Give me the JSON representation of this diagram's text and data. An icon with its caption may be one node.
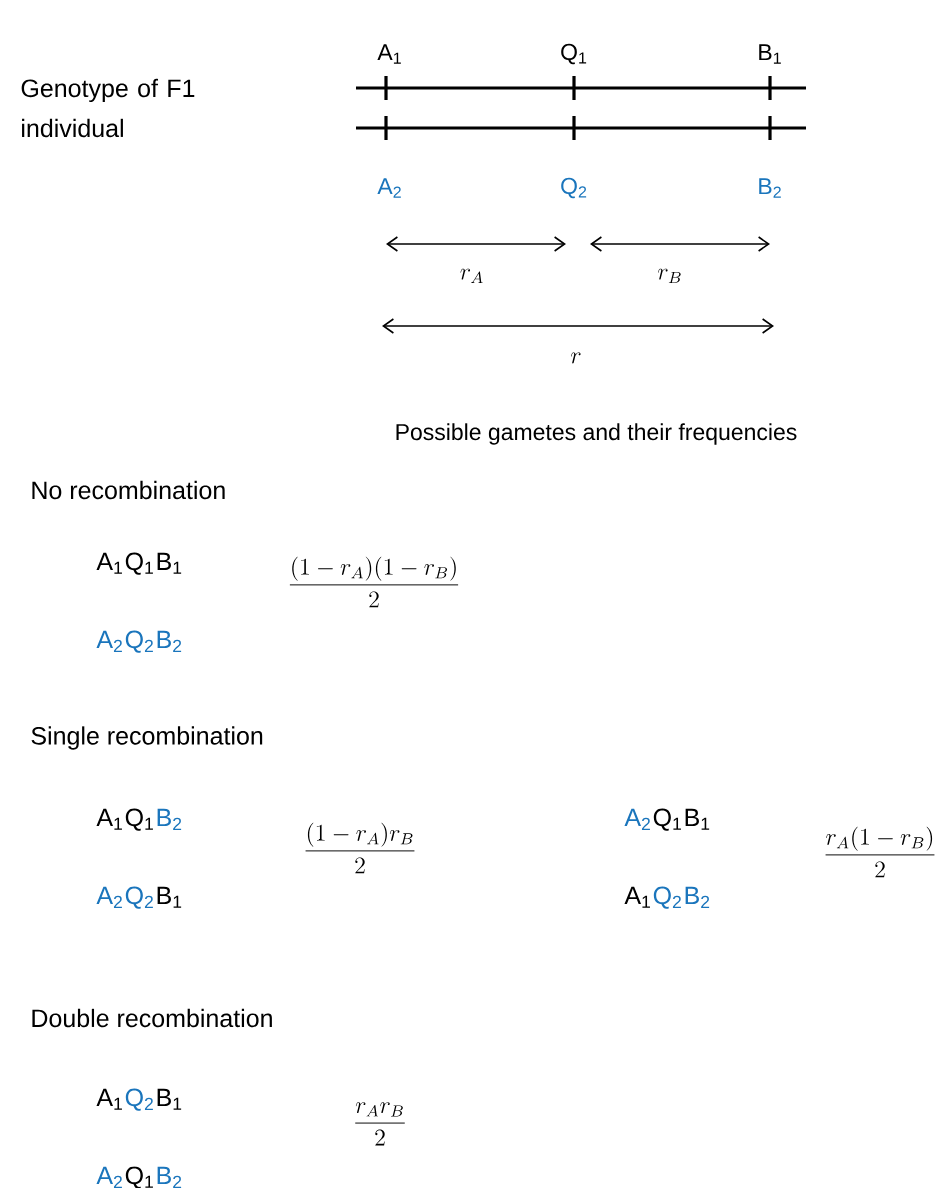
{
  "diagram": {
    "labels": [
      "A$_{1}$",
      "Q$_{1}$",
      "B$_{1}$",
      "Genotype of F1 individual",
      "A$_{2}$",
      "Q$_{2}$",
      "B$_{2}$",
      "r_A",
      "r_B",
      "r",
      "Possible gametes and their frequencies",
      "No recombination",
      "A$_{1}$",
      "Q$_{1}$",
      "B$_{1}$",
      "\\frac{(1-r_A)(1-r_B)}{2}",
      "A$_{2}$",
      "Q$_{2}$",
      "B$_{2}$",
      "Single recombination",
      "A$_{1}$",
      "Q$_{1}$",
      "B$_{2}$",
      "\\frac{(1-r_A)r_B}{2}",
      "A$_{2}$",
      "Q$_{1}$",
      "B$_{1}$",
      "\\frac{r_A(1-r_B)}{2}",
      "A$_{2}$",
      "Q$_{2}$",
      "B$_{1}$",
      "A$_{1}$",
      "Q$_{2}$",
      "B$_{2}$",
      "Double recombination",
      "A$_{1}$",
      "Q$_{2}$",
      "B$_{1}$",
      "\\frac{r_Ar_B}{2}",
      "A$_{2}$",
      "Q$_{1}$",
      "B$_{2}$"
    ]
  }
}
